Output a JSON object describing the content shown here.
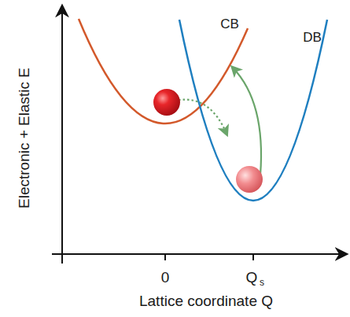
{
  "diagram": {
    "labels": [
      "Electronic + Elastic E",
      "CB",
      "DB",
      "0",
      "Q",
      "s",
      "Lattice coordinate Q"
    ]
  }
}
